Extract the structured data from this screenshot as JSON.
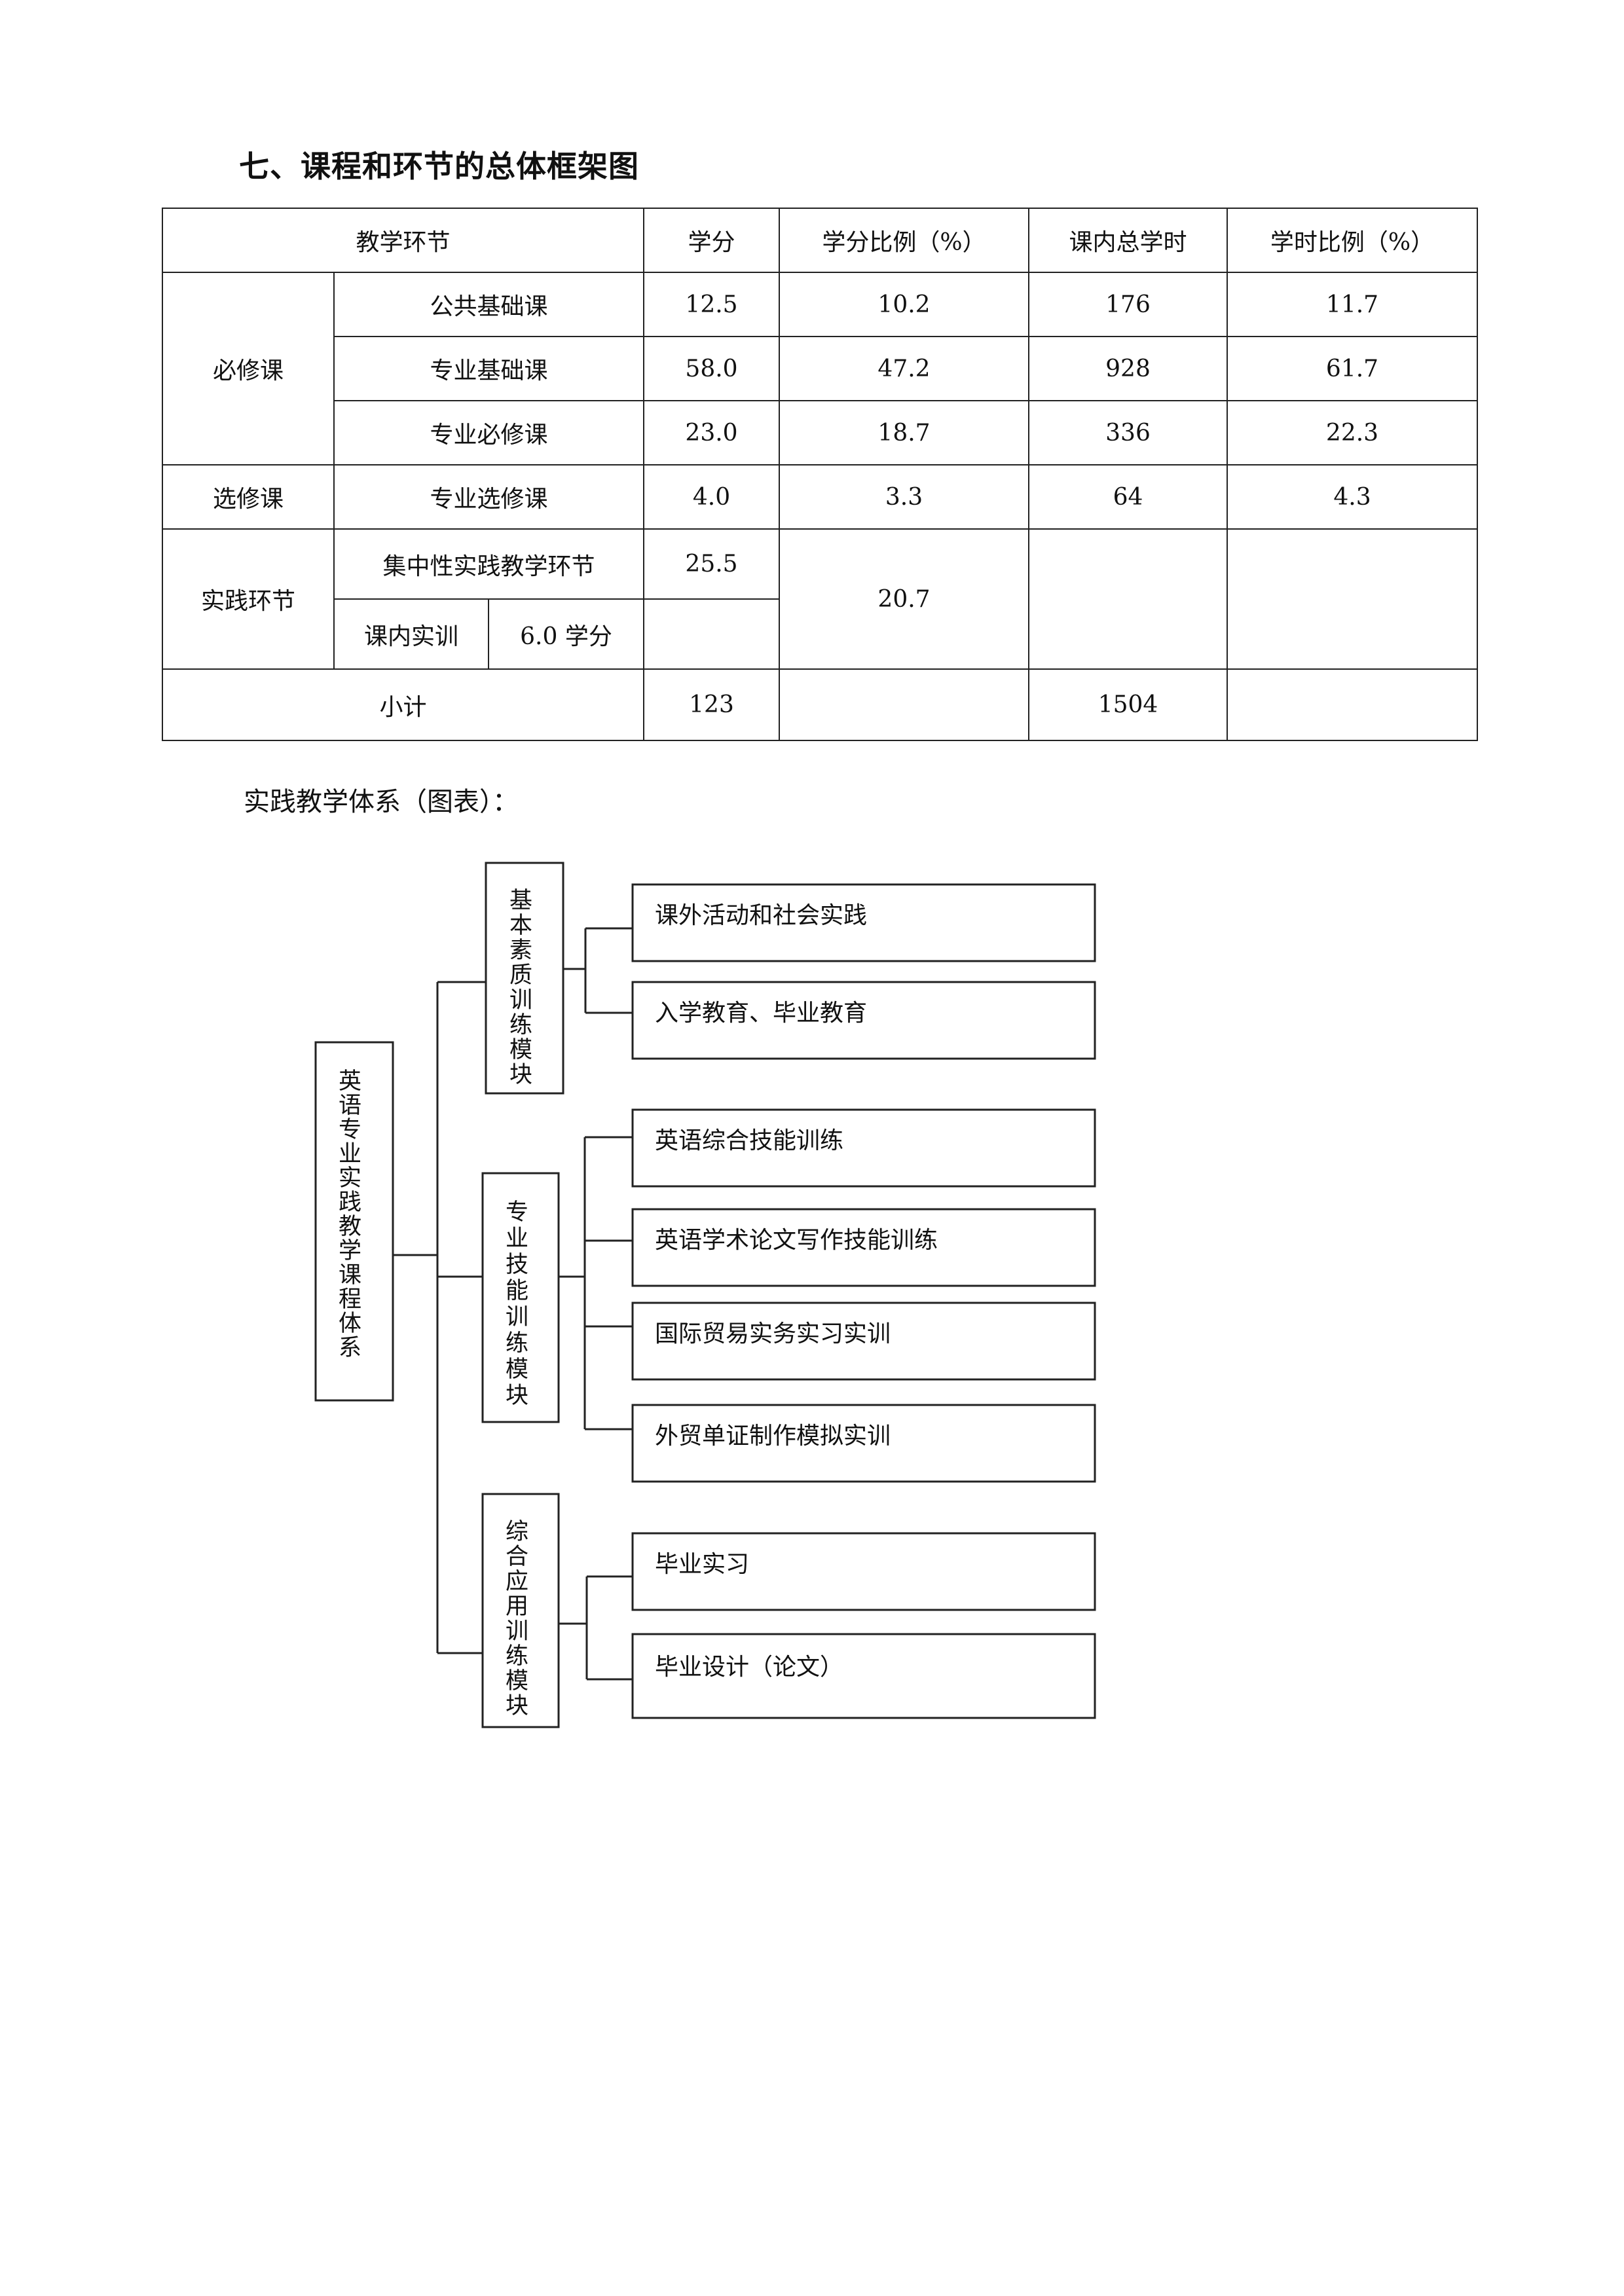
{
  "heading": "七、课程和环节的总体框架图",
  "table": {
    "headers": [
      "教学环节",
      "学分",
      "学分比例（%）",
      "课内总学时",
      "学时比例（%）"
    ],
    "required": {
      "label": "必修课",
      "rows": [
        {
          "name": "公共基础课",
          "credits": "12.5",
          "credit_ratio": "10.2",
          "hours": "176",
          "hour_ratio": "11.7"
        },
        {
          "name": "专业基础课",
          "credits": "58.0",
          "credit_ratio": "47.2",
          "hours": "928",
          "hour_ratio": "61.7"
        },
        {
          "name": "专业必修课",
          "credits": "23.0",
          "credit_ratio": "18.7",
          "hours": "336",
          "hour_ratio": "22.3"
        }
      ]
    },
    "elective": {
      "label": "选修课",
      "row": {
        "name": "专业选修课",
        "credits": "4.0",
        "credit_ratio": "3.3",
        "hours": "64",
        "hour_ratio": "4.3"
      }
    },
    "practice": {
      "label": "实践环节",
      "concentrated": {
        "name": "集中性实践教学环节",
        "credits": "25.5"
      },
      "in_class": {
        "name": "课内实训",
        "note": "6.0 学分"
      },
      "credit_ratio": "20.7"
    },
    "subtotal": {
      "label": "小计",
      "credits": "123",
      "hours": "1504"
    }
  },
  "practice_system_title": "实践教学体系（图表）：",
  "diagram": {
    "root": "英语专业实践教学课程体系",
    "modules": [
      {
        "label": "基本素质训练模块",
        "items": [
          "课外活动和社会实践",
          "入学教育、毕业教育"
        ]
      },
      {
        "label": "专业技能训练模块",
        "items": [
          "英语综合技能训练",
          "英语学术论文写作技能训练",
          "国际贸易实务实习实训",
          "外贸单证制作模拟实训"
        ]
      },
      {
        "label": "综合应用训练模块",
        "items": [
          "毕业实习",
          "毕业设计（论文）"
        ]
      }
    ]
  }
}
